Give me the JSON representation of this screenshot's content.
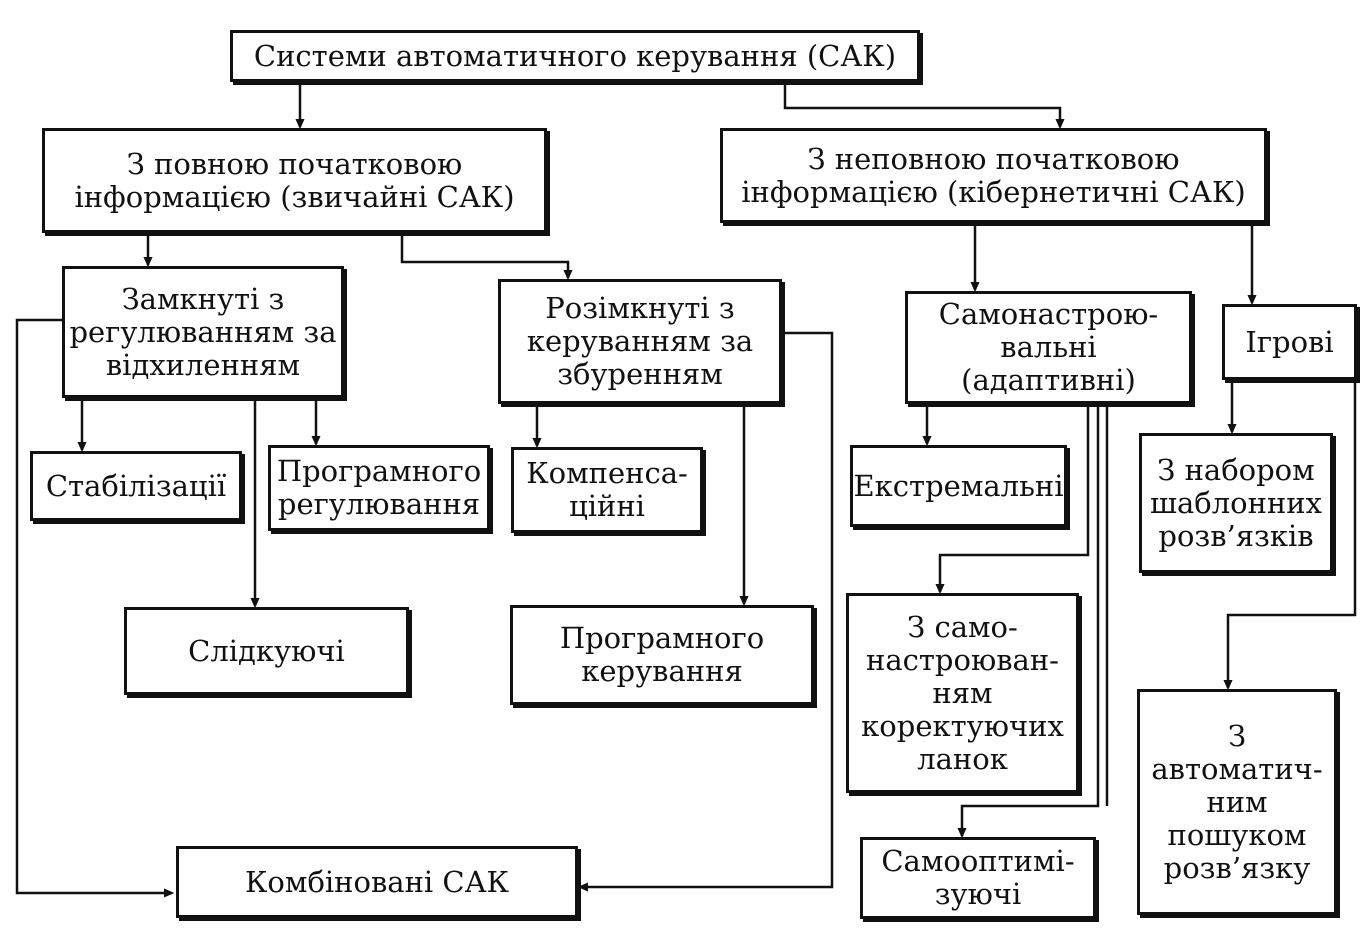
{
  "nodes": {
    "root": "Системи автоматичного керування (САК)",
    "full_info": "З повною початковою\nінформацією (звичайні САК)",
    "partial_info": "З неповною початковою\nінформацією (кібернетичні САК)",
    "closed": "Замкнуті з\nрегулюванням за\nвідхиленням",
    "open": "Розімкнуті з\nкеруванням за\nзбуренням",
    "adaptive": "Самонастрою-\nвальні (адаптивні)",
    "game": "Ігрові",
    "stabilization": "Стабілізації",
    "program_regulation": "Програмного\nрегулювання",
    "compensation": "Компенса-\nційні",
    "tracking": "Слідкуючі",
    "program_control": "Програмного\nкерування",
    "extremal": "Екстремальні",
    "templates": "З набором\nшаблонних\nрозв’язків",
    "self_tuning_links": "З само-\nнастроюван-\nням\nкоректуючих\nланок",
    "auto_search": "З\nавтоматич-\nним\nпошуком\nрозв’язку",
    "self_optimizing": "Самооптимі-\nзуючі",
    "combined": "Комбіновані САК"
  }
}
